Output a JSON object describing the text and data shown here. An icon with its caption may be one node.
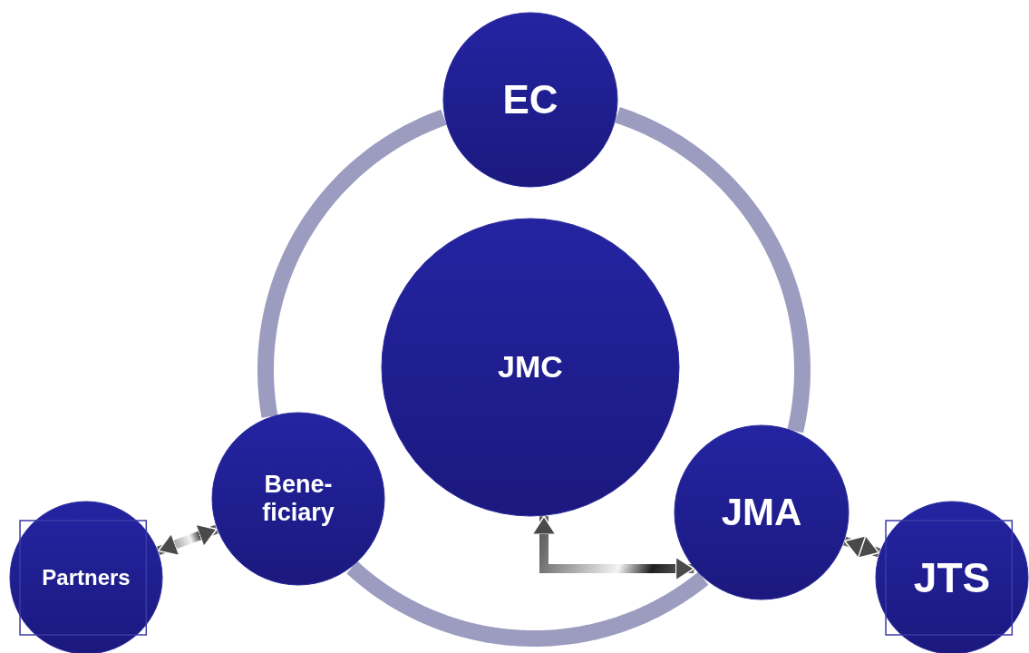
{
  "diagram": {
    "nodes": [
      {
        "text": [
          "EC"
        ]
      },
      {
        "text": [
          "JMC"
        ]
      },
      {
        "text": [
          "Bene- ficiary"
        ]
      },
      {
        "text": [
          "JMA"
        ]
      },
      {
        "text": [
          "Partners"
        ]
      },
      {
        "text": [
          "JTS"
        ]
      }
    ],
    "edges": [
      {
        "from": 0,
        "to": 2,
        "arrow": "none",
        "color": "#9c9cc0"
      },
      {
        "from": 2,
        "to": 3,
        "arrow": "none",
        "color": "#9c9cc0"
      },
      {
        "from": 3,
        "to": 0,
        "arrow": "none",
        "color": "#9c9cc0"
      },
      {
        "from": 4,
        "to": 2,
        "arrow": "both"
      },
      {
        "from": 1,
        "to": 3,
        "arrow": "both"
      },
      {
        "from": 3,
        "to": 5,
        "arrow": "both"
      }
    ]
  }
}
